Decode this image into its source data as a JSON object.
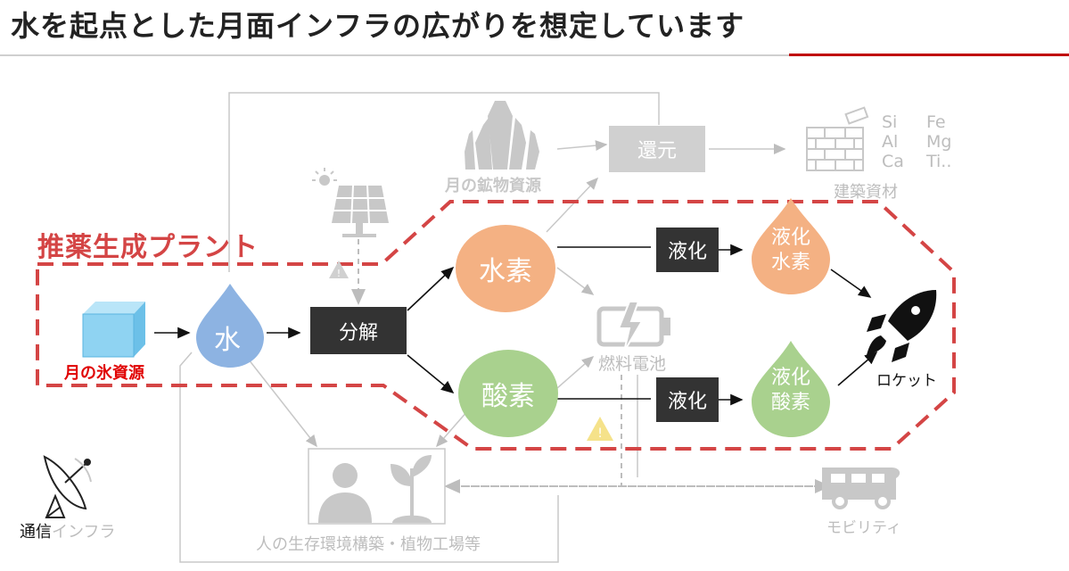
{
  "title": "水を起点とした月面インフラの広がりを想定しています",
  "plant_label": "推薬生成プラント",
  "nodes": {
    "ice": "月の氷資源",
    "water": "水",
    "decompose": "分解",
    "hydrogen": "水素",
    "oxygen": "酸素",
    "liquefy_h": "液化",
    "liquefy_o": "液化",
    "liquid_h_line1": "液化",
    "liquid_h_line2": "水素",
    "liquid_o_line1": "液化",
    "liquid_o_line2": "酸素",
    "rocket": "ロケット",
    "minerals": "月の鉱物資源",
    "reduction": "還元",
    "materials": "建築資材",
    "fuel_cell": "燃料電池",
    "habitat": "人の生存環境構築・植物工場等",
    "mobility": "モビリティ",
    "comm_a": "通信",
    "comm_b": "インフラ"
  },
  "elements": [
    [
      "Si",
      "Fe"
    ],
    [
      "Al",
      "Mg"
    ],
    [
      "Ca",
      "Ti.."
    ]
  ],
  "colors": {
    "plant_border": "#d44545",
    "ice_label": "#e00000",
    "water_drop": "#8db3e2",
    "hydrogen": "#f4b183",
    "oxygen": "#a9d18e",
    "dark_box": "#333333",
    "faint": "#bdbdbd",
    "warning": "#f5e28a"
  }
}
